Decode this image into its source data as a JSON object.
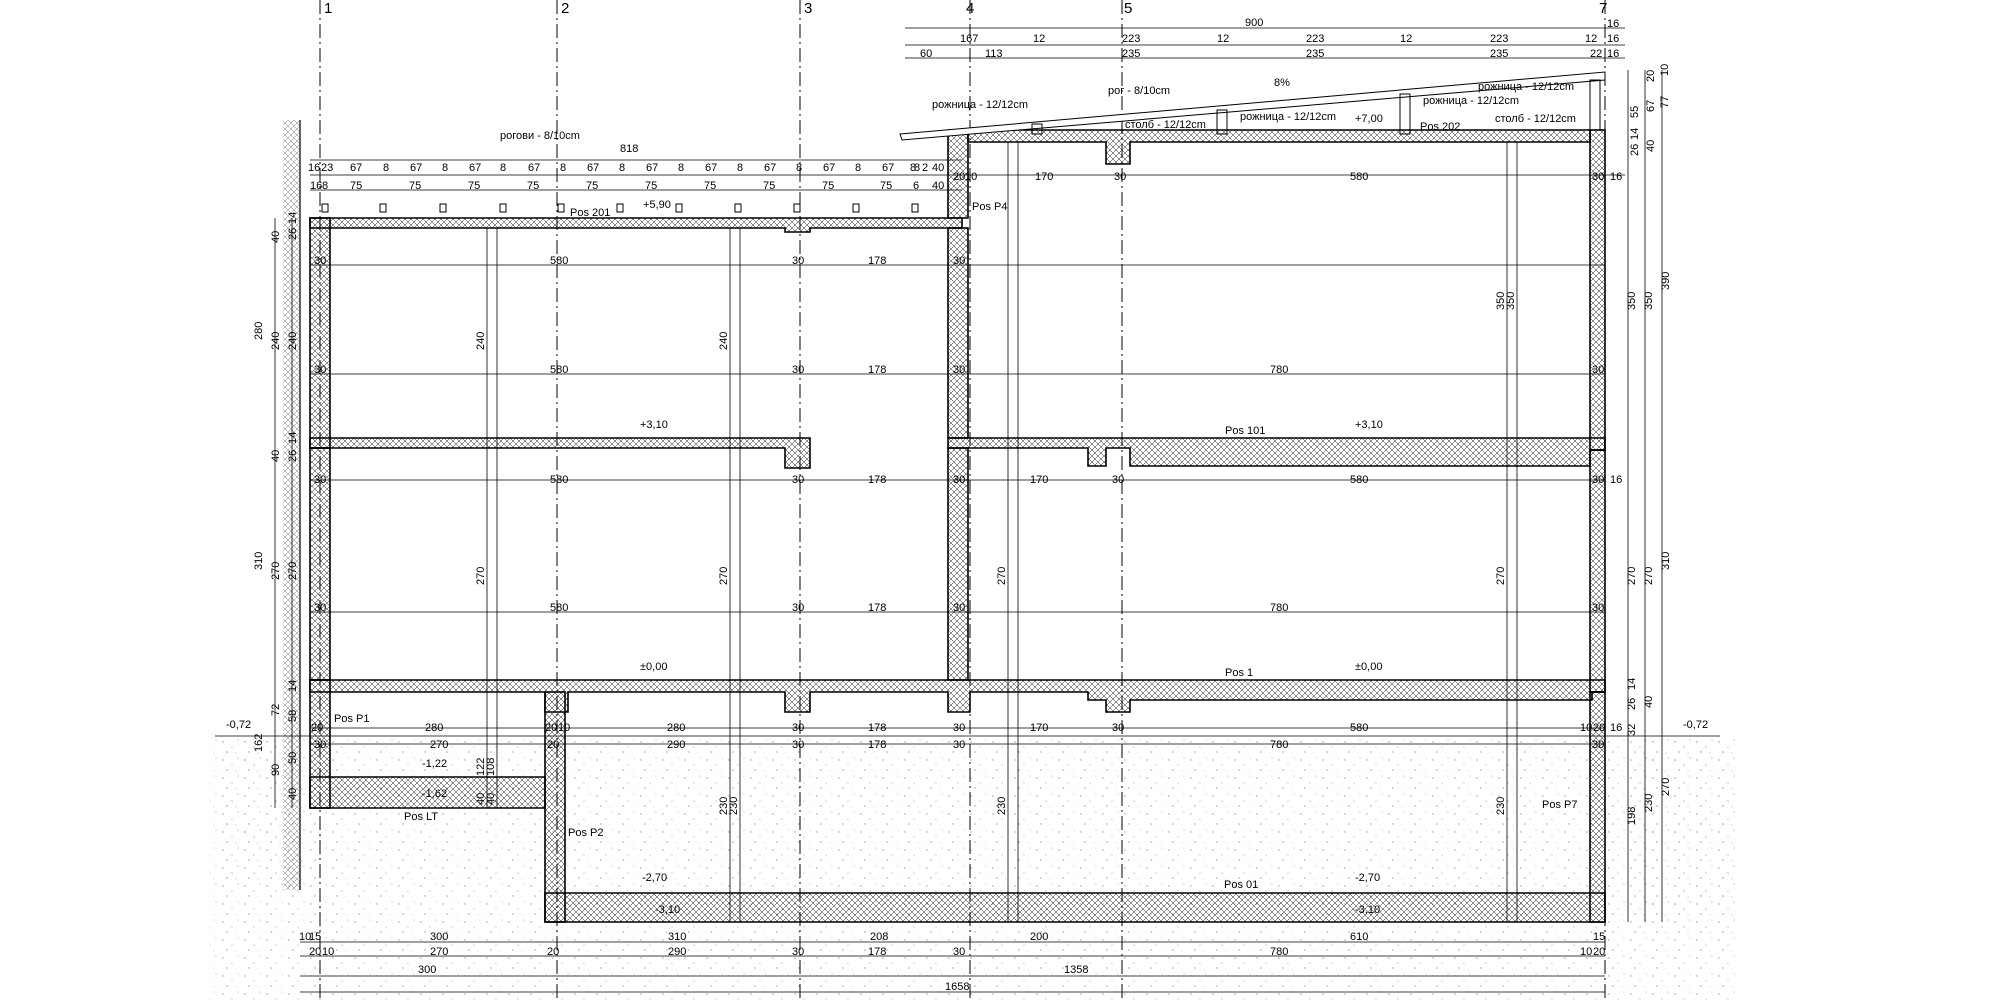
{
  "axes": [
    "1",
    "2",
    "3",
    "4",
    "5",
    "7"
  ],
  "roof": {
    "dims_row1": [
      "900"
    ],
    "dims_row2": [
      "167",
      "12",
      "223",
      "12",
      "223",
      "12",
      "223",
      "12",
      "16",
      "16"
    ],
    "dims_row3": [
      "60",
      "113",
      "235",
      "235",
      "235",
      "22",
      "16"
    ],
    "labels": [
      "рожница - 12/12cm",
      "рог - 8/10cm",
      "8%",
      "рожница - 12/12cm",
      "рожница - 12/12cm",
      "столб - 12/12cm",
      "рожница - 12/12cm",
      "+7,00",
      "Pos 202",
      "столб - 12/12cm",
      "рогови - 8/10cm",
      "818",
      "+5,90",
      "Pos 201",
      "Pos P4"
    ],
    "right_dims": [
      "10",
      "20",
      "67",
      "77",
      "55",
      "14",
      "40",
      "26"
    ],
    "rafter_row1": [
      "16",
      "23",
      "67",
      "8",
      "67",
      "8",
      "67",
      "8",
      "67",
      "8",
      "67",
      "8",
      "67",
      "8",
      "67",
      "8",
      "67",
      "8",
      "67",
      "8",
      "67",
      "8",
      "8",
      "2",
      "40",
      "20",
      "10",
      "170",
      "30",
      "580",
      "30",
      "16"
    ],
    "rafter_row2": [
      "16",
      "8",
      "75",
      "75",
      "75",
      "75",
      "75",
      "75",
      "75",
      "75",
      "75",
      "75",
      "6",
      "40"
    ]
  },
  "floors": {
    "upper": {
      "level_left": "+3,10",
      "level_right": "+3,10",
      "pos_label": "Pos 101",
      "widths_top": [
        "30",
        "580",
        "30",
        "178",
        "30",
        "780",
        "30"
      ],
      "heights": [
        "280",
        "240",
        "240",
        "240",
        "240",
        "350",
        "350",
        "350",
        "350",
        "390"
      ]
    },
    "ground": {
      "level_left": "±0,00",
      "level_right": "±0,00",
      "pos_label": "Pos 1",
      "widths_a": [
        "30",
        "580",
        "30",
        "178",
        "30",
        "170",
        "30",
        "580",
        "30",
        "16"
      ],
      "widths_b": [
        "30",
        "580",
        "30",
        "178",
        "30",
        "780",
        "30"
      ],
      "heights": [
        "310",
        "270",
        "270",
        "270",
        "270",
        "270",
        "270",
        "270",
        "270",
        "310"
      ]
    },
    "basement": {
      "labels": [
        "Pos P1",
        "-1,22",
        "-1,62",
        "Pos LT",
        "Pos P2",
        "-2,70",
        "-3,10",
        "Pos 01",
        "-2,70",
        "-3,10",
        "Pos P7",
        "-0,72",
        "-0,72"
      ],
      "widths_a": [
        "20",
        "280",
        "20",
        "10",
        "280",
        "30",
        "178",
        "30",
        "170",
        "30",
        "580",
        "10",
        "20",
        "16"
      ],
      "widths_b": [
        "30",
        "270",
        "20",
        "290",
        "30",
        "178",
        "30",
        "780",
        "30"
      ],
      "heights_left": [
        "14",
        "72",
        "58",
        "162",
        "90",
        "50",
        "40"
      ],
      "heights_right": [
        "198",
        "230",
        "270",
        "32",
        "40",
        "26",
        "14"
      ],
      "heights_mid": [
        "122",
        "108",
        "40",
        "40",
        "230",
        "230",
        "230",
        "230"
      ]
    }
  },
  "bottom_dims": {
    "row1": [
      "10",
      "15",
      "300",
      "310",
      "208",
      "200",
      "610",
      "15"
    ],
    "row2": [
      "20",
      "10",
      "270",
      "20",
      "290",
      "30",
      "178",
      "30",
      "780",
      "10",
      "20"
    ],
    "row3": [
      "300",
      "1358"
    ],
    "row4": [
      "1658"
    ]
  },
  "vertical_texts": [
    "40",
    "26",
    "14",
    "40",
    "26",
    "14"
  ]
}
